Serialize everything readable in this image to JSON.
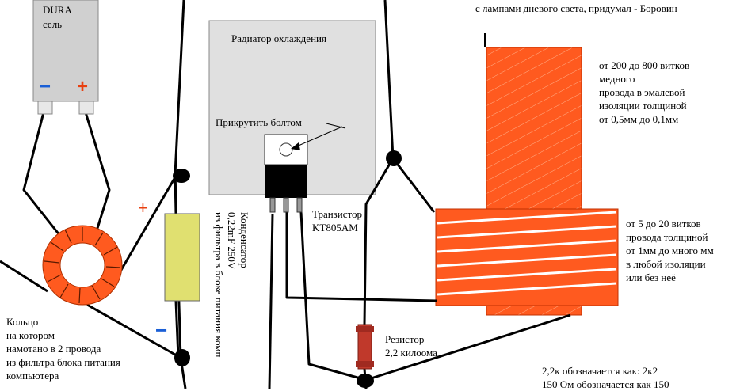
{
  "header": {
    "caption": "с лампами дневого света, придумал - Боровин"
  },
  "battery": {
    "brand": "DURA",
    "model": "сель",
    "minus": "−",
    "plus": "+"
  },
  "heatsink": {
    "title": "Радиатор охлаждения",
    "bolt_note": "Прикрутить болтом"
  },
  "transistor": {
    "label": "Транзистор\nKT805AM"
  },
  "coil_top": {
    "label": "от 200 до 800 витков\nмедного\nпровода в эмалевой\nизоляции толщиной\nот 0,5мм до 0,1мм"
  },
  "coil_bottom": {
    "label": "от 5 до 20 витков\nпровода толщиной\nот 1мм до много мм\nв любой изоляции\nили без неё"
  },
  "capacitor": {
    "plus": "+",
    "minus": "−",
    "label": "Конденсатор\n0,22mF 250V\nиз фильтра в блоке питания комп"
  },
  "ring": {
    "label": "Кольцо\nна котором\nнамотано в 2 провода\nиз фильтра блока питания\nкомпьютера"
  },
  "resistor": {
    "label": "Резистор\n2,2 килоома"
  },
  "notes": {
    "text": "2,2к обозначается как: 2к2\n150 Ом обозначается как 150"
  },
  "colors": {
    "copper": "#ff5a1f",
    "capacitor": "#e0e070",
    "heatsink": "#e0e0e0",
    "resistor": "#c0392b",
    "minus": "#1a5fd6",
    "plus": "#e84010"
  }
}
